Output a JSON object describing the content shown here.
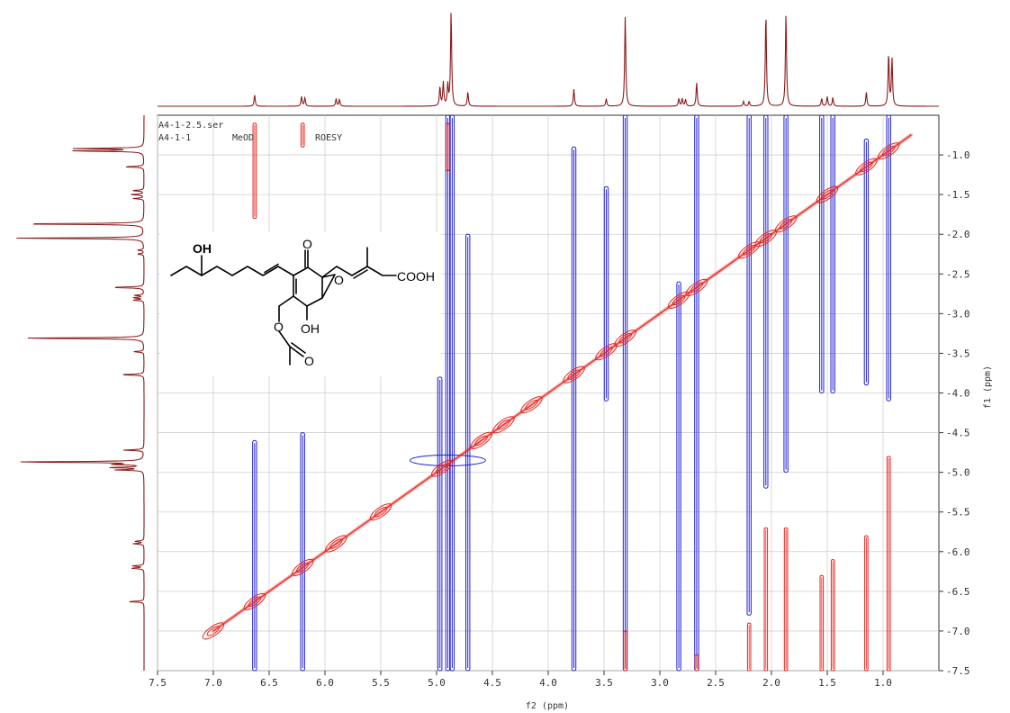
{
  "chart_data": {
    "type": "heatmap",
    "title": "",
    "header": {
      "file": "A4-1-2.5.ser",
      "sample": "A4-1-1",
      "solvent": "MeOD",
      "experiment": "ROESY"
    },
    "xlabel": "f2 (ppm)",
    "ylabel": "f1 (ppm)",
    "xlim": [
      7.5,
      0.5
    ],
    "ylim": [
      0.5,
      7.5
    ],
    "x_ticks": [
      "7.5",
      "7.0",
      "6.5",
      "6.0",
      "5.5",
      "5.0",
      "4.5",
      "4.0",
      "3.5",
      "3.0",
      "2.5",
      "2.0",
      "1.5",
      "1.0"
    ],
    "y_ticks": [
      "1.0",
      "1.5",
      "2.0",
      "2.5",
      "3.0",
      "3.5",
      "4.0",
      "4.5",
      "5.0",
      "5.5",
      "6.0",
      "6.5",
      "7.0",
      "7.5"
    ],
    "grid": true,
    "colors": {
      "positive": "#e8231e",
      "negative": "#1f1fd6",
      "projection": "#8b1a1a",
      "grid": "#cfcfcf"
    },
    "projection_peaks": [
      {
        "ppm": 6.63,
        "height": 0.12
      },
      {
        "ppm": 6.21,
        "height": 0.1
      },
      {
        "ppm": 6.18,
        "height": 0.09
      },
      {
        "ppm": 5.9,
        "height": 0.08
      },
      {
        "ppm": 5.87,
        "height": 0.07
      },
      {
        "ppm": 4.97,
        "height": 0.2
      },
      {
        "ppm": 4.94,
        "height": 0.25
      },
      {
        "ppm": 4.9,
        "height": 0.22
      },
      {
        "ppm": 4.87,
        "height": 1.0
      },
      {
        "ppm": 4.72,
        "height": 0.15
      },
      {
        "ppm": 3.77,
        "height": 0.18
      },
      {
        "ppm": 3.48,
        "height": 0.08
      },
      {
        "ppm": 3.31,
        "height": 0.95
      },
      {
        "ppm": 2.83,
        "height": 0.08
      },
      {
        "ppm": 2.8,
        "height": 0.08
      },
      {
        "ppm": 2.77,
        "height": 0.07
      },
      {
        "ppm": 2.67,
        "height": 0.25
      },
      {
        "ppm": 2.25,
        "height": 0.05
      },
      {
        "ppm": 2.2,
        "height": 0.05
      },
      {
        "ppm": 2.05,
        "height": 0.98
      },
      {
        "ppm": 1.87,
        "height": 0.98
      },
      {
        "ppm": 1.55,
        "height": 0.08
      },
      {
        "ppm": 1.5,
        "height": 0.1
      },
      {
        "ppm": 1.45,
        "height": 0.09
      },
      {
        "ppm": 1.15,
        "height": 0.15
      },
      {
        "ppm": 0.95,
        "height": 0.55
      },
      {
        "ppm": 0.92,
        "height": 0.5
      }
    ],
    "diagonal_peaks": [
      7.0,
      6.63,
      6.2,
      5.9,
      5.5,
      4.95,
      4.6,
      4.4,
      4.15,
      3.77,
      3.48,
      3.31,
      2.83,
      2.67,
      2.2,
      2.05,
      1.87,
      1.5,
      1.15,
      0.95
    ],
    "negative_stripes": [
      {
        "x": 6.63,
        "y0": 4.6,
        "y1": 7.5
      },
      {
        "x": 6.2,
        "y0": 4.5,
        "y1": 7.5
      },
      {
        "x": 4.97,
        "y0": 3.8,
        "y1": 7.5
      },
      {
        "x": 4.9,
        "y0": 0.5,
        "y1": 7.5
      },
      {
        "x": 4.86,
        "y0": 0.5,
        "y1": 7.5
      },
      {
        "x": 4.72,
        "y0": 2.0,
        "y1": 7.5
      },
      {
        "x": 3.77,
        "y0": 0.9,
        "y1": 7.5
      },
      {
        "x": 3.48,
        "y0": 1.4,
        "y1": 4.1
      },
      {
        "x": 3.31,
        "y0": 0.5,
        "y1": 7.5
      },
      {
        "x": 2.83,
        "y0": 2.6,
        "y1": 7.5
      },
      {
        "x": 2.67,
        "y0": 0.5,
        "y1": 7.5
      },
      {
        "x": 2.2,
        "y0": 0.5,
        "y1": 6.8
      },
      {
        "x": 2.05,
        "y0": 0.5,
        "y1": 5.2
      },
      {
        "x": 1.87,
        "y0": 0.5,
        "y1": 5.0
      },
      {
        "x": 1.55,
        "y0": 0.5,
        "y1": 4.0
      },
      {
        "x": 1.45,
        "y0": 0.5,
        "y1": 4.0
      },
      {
        "x": 1.15,
        "y0": 0.8,
        "y1": 3.9
      },
      {
        "x": 0.95,
        "y0": 0.5,
        "y1": 4.1
      }
    ],
    "positive_stripes": [
      {
        "x": 6.63,
        "y0": 0.6,
        "y1": 1.8
      },
      {
        "x": 6.2,
        "y0": 0.6,
        "y1": 0.9
      },
      {
        "x": 4.9,
        "y0": 0.6,
        "y1": 1.2
      },
      {
        "x": 2.05,
        "y0": 5.7,
        "y1": 7.5
      },
      {
        "x": 1.87,
        "y0": 5.7,
        "y1": 7.5
      },
      {
        "x": 2.2,
        "y0": 6.9,
        "y1": 7.5
      },
      {
        "x": 1.55,
        "y0": 6.3,
        "y1": 7.5
      },
      {
        "x": 1.45,
        "y0": 6.1,
        "y1": 7.5
      },
      {
        "x": 1.15,
        "y0": 5.8,
        "y1": 7.5
      },
      {
        "x": 0.95,
        "y0": 4.8,
        "y1": 7.5
      },
      {
        "x": 3.31,
        "y0": 7.0,
        "y1": 7.5
      },
      {
        "x": 2.67,
        "y0": 7.3,
        "y1": 7.5
      }
    ],
    "structure_labels": {
      "oh_top": "OH",
      "cooh": "COOH",
      "o_ring": "O",
      "o_ketone": "O",
      "oh_bottom": "OH",
      "o_ester": "O",
      "o_carbonyl": "O"
    }
  }
}
